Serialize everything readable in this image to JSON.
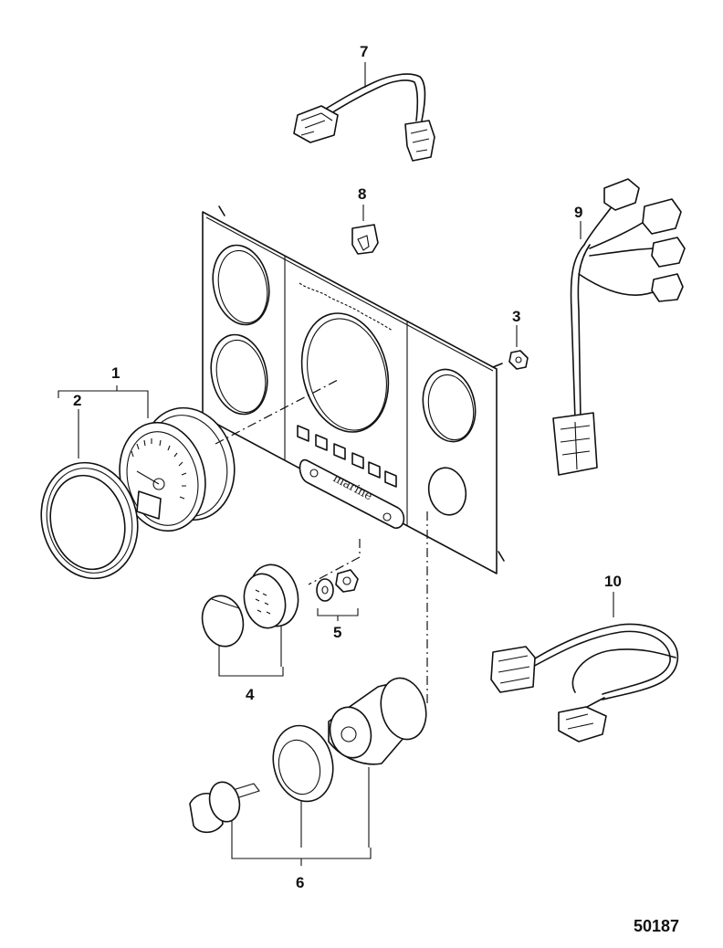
{
  "callouts": {
    "c1": "1",
    "c2": "2",
    "c3": "3",
    "c4": "4",
    "c5": "5",
    "c6": "6",
    "c7": "7",
    "c8": "8",
    "c9": "9",
    "c10": "10"
  },
  "panel": {
    "brand_text": "marine"
  },
  "drawing_number": "50187"
}
